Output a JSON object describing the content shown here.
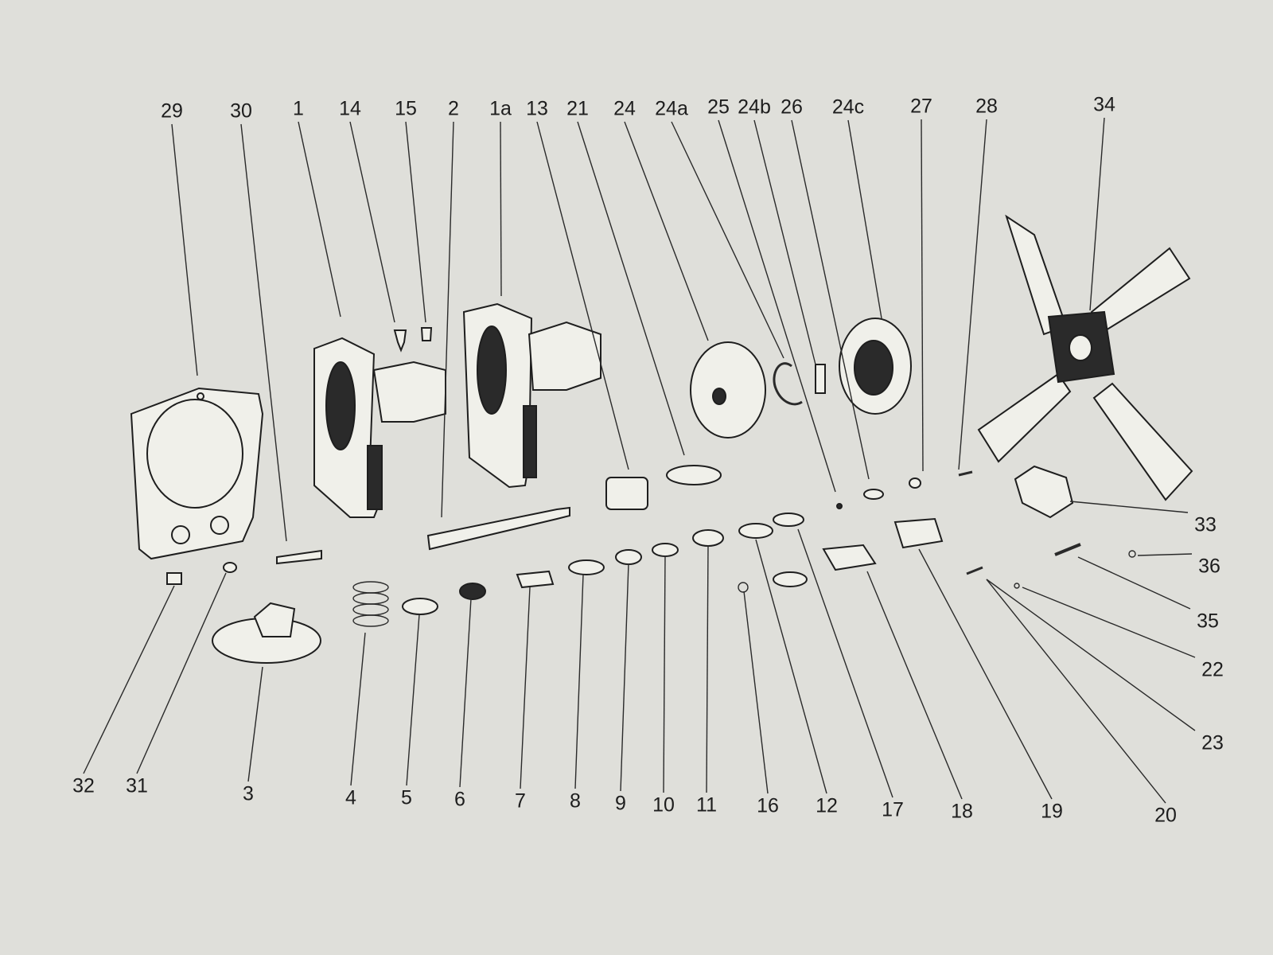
{
  "figure": {
    "parts": [
      {
        "label": "29"
      },
      {
        "label": "30"
      },
      {
        "label": "1"
      },
      {
        "label": "14"
      },
      {
        "label": "15"
      },
      {
        "label": "2"
      },
      {
        "label": "1a"
      },
      {
        "label": "13"
      },
      {
        "label": "21"
      },
      {
        "label": "24"
      },
      {
        "label": "24a"
      },
      {
        "label": "25"
      },
      {
        "label": "24b"
      },
      {
        "label": "26"
      },
      {
        "label": "24c"
      },
      {
        "label": "27"
      },
      {
        "label": "28"
      },
      {
        "label": "34"
      },
      {
        "label": "33"
      },
      {
        "label": "36"
      },
      {
        "label": "35"
      },
      {
        "label": "22"
      },
      {
        "label": "23"
      },
      {
        "label": "20"
      },
      {
        "label": "19"
      },
      {
        "label": "18"
      },
      {
        "label": "17"
      },
      {
        "label": "12"
      },
      {
        "label": "16"
      },
      {
        "label": "11"
      },
      {
        "label": "10"
      },
      {
        "label": "9"
      },
      {
        "label": "8"
      },
      {
        "label": "7"
      },
      {
        "label": "6"
      },
      {
        "label": "5"
      },
      {
        "label": "4"
      },
      {
        "label": "3"
      },
      {
        "label": "31"
      },
      {
        "label": "32"
      }
    ]
  }
}
